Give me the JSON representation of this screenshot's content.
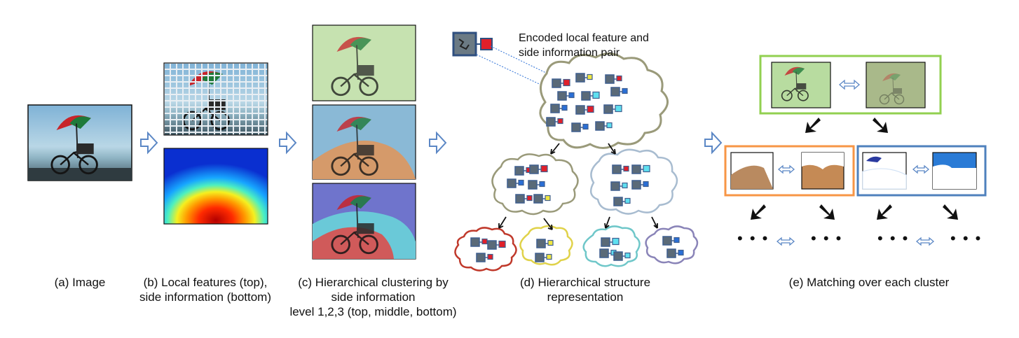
{
  "captions": {
    "a": "(a) Image",
    "b_line1": "(b) Local features (top),",
    "b_line2": "side information (bottom)",
    "c_line1": "(c) Hierarchical clustering by",
    "c_line2": "side information",
    "c_line3": "level 1,2,3 (top, middle, bottom)",
    "d_line1": "(d) Hierarchical structure",
    "d_line2": "representation",
    "e": "(e) Matching over each cluster"
  },
  "annotation": {
    "line1": "Encoded local feature and",
    "line2": "side information pair"
  },
  "ellipsis": "• • •",
  "colors": {
    "arrow_outline": "#5b87c5",
    "cluster_green": "#92d050",
    "cluster_orange": "#f79646",
    "cluster_blue": "#4f81bd",
    "cloud_root": "#9a9a7a",
    "cloud_red": "#c0392b",
    "cloud_yellow": "#e0d24a",
    "cloud_cyan": "#6fc7c9",
    "cloud_purple": "#8a84b8",
    "feature_box": "#3f5f8f",
    "pair_red": "#e0202a",
    "pair_blue": "#2a6fd6",
    "pair_cyan": "#5fe0f0",
    "pair_yellow": "#f0e640"
  }
}
